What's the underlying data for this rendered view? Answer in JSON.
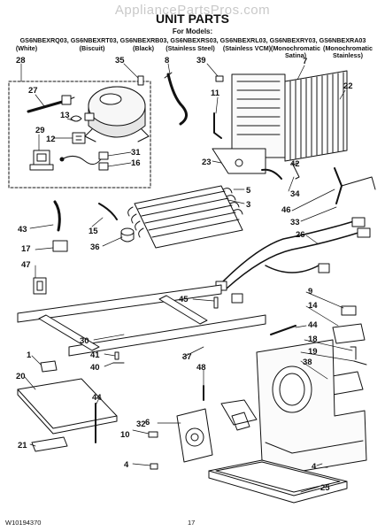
{
  "watermark": "AppliancePartsPros.com",
  "title": "UNIT PARTS",
  "for_models_label": "For Models:",
  "models_line": "GS6NBEXRQ03, GS6NBEXRT03, GS6NBEXRB03, GS6NBEXRS03, GS6NBEXRL03, GS6NBEXRY03, GS6NBEXRA03",
  "variants": [
    "(White)",
    "(Biscuit)",
    "(Black)",
    "(Stainless Steel)",
    "(Stainless VCM)",
    "(Monochromatic Satina)",
    "(Monochromatic Stainless)"
  ],
  "footer": {
    "doc_number": "W10194370",
    "page_number": "17"
  },
  "callouts": {
    "c1": "1",
    "c3": "3",
    "c4a": "4",
    "c4b": "4",
    "c5": "5",
    "c6": "6",
    "c7": "7",
    "c8": "8",
    "c9": "9",
    "c10": "10",
    "c11": "11",
    "c12": "12",
    "c13": "13",
    "c14": "14",
    "c15": "15",
    "c16": "16",
    "c17": "17",
    "c18": "18",
    "c19": "19",
    "c20": "20",
    "c21": "21",
    "c22": "22",
    "c23": "23",
    "c25": "25",
    "c26": "26",
    "c27": "27",
    "c28": "28",
    "c29": "29",
    "c30": "30",
    "c31": "31",
    "c32": "32",
    "c33": "33",
    "c34": "34",
    "c35": "35",
    "c36": "36",
    "c37": "37",
    "c38": "38",
    "c39": "39",
    "c40": "40",
    "c41": "41",
    "c42": "42",
    "c43": "43",
    "c44a": "44",
    "c44b": "44",
    "c45": "45",
    "c46": "46",
    "c47": "47",
    "c48": "48"
  }
}
